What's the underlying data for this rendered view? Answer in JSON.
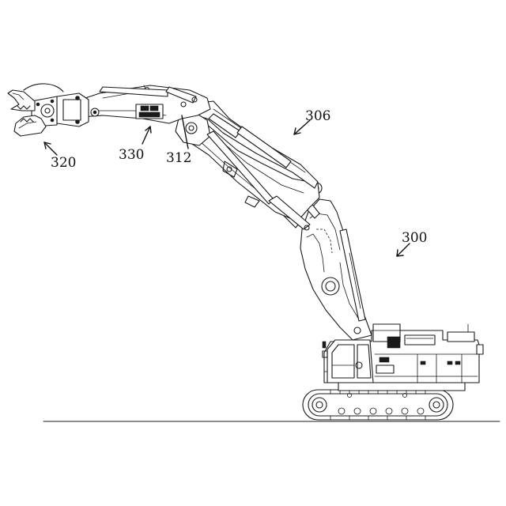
{
  "labels": {
    "machine": "300",
    "boom": "306",
    "arm": "312",
    "attachment": "320",
    "sensor_unit": "330"
  }
}
